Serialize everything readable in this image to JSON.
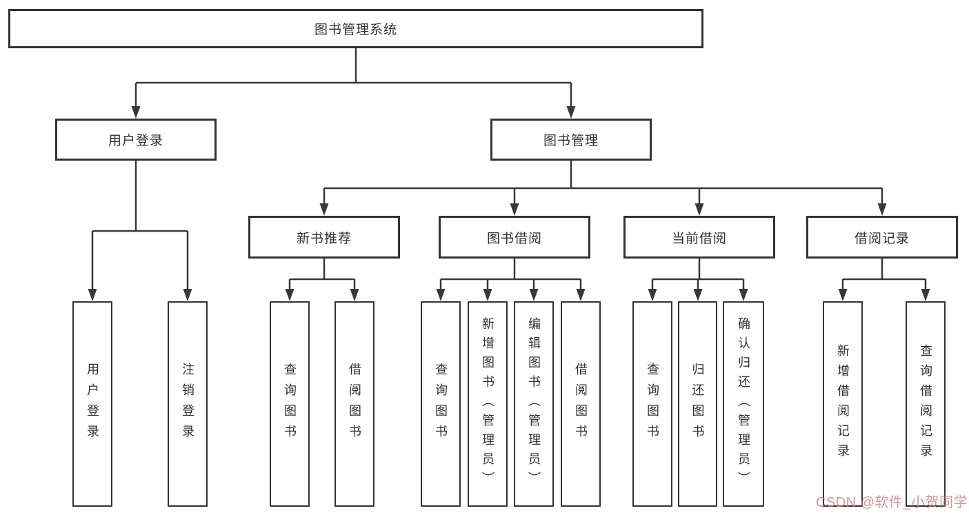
{
  "diagram": {
    "title_node": {
      "label": "图书管理系统"
    },
    "level2": {
      "user_login": {
        "label": "用户登录"
      },
      "book_mgmt": {
        "label": "图书管理"
      }
    },
    "level3": {
      "new_book_recommend": {
        "label": "新书推荐"
      },
      "book_borrow": {
        "label": "图书借阅"
      },
      "current_borrow": {
        "label": "当前借阅"
      },
      "borrow_record": {
        "label": "借阅记录"
      }
    },
    "leaves": {
      "user_login": {
        "label": "用户登录"
      },
      "logout": {
        "label": "注销登录"
      },
      "query_book_1": {
        "label": "查询图书"
      },
      "borrow_book_1": {
        "label": "借阅图书"
      },
      "query_book_2": {
        "label": "查询图书"
      },
      "add_book_admin": {
        "label": "新增图书（管理员）"
      },
      "edit_book_admin": {
        "label": "编辑图书（管理员）"
      },
      "borrow_book_2": {
        "label": "借阅图书"
      },
      "query_book_3": {
        "label": "查询图书"
      },
      "return_book": {
        "label": "归还图书"
      },
      "confirm_return_admin": {
        "label": "确认归还（管理员）"
      },
      "add_borrow_record": {
        "label": "新增借阅记录"
      },
      "query_borrow_record": {
        "label": "查询借阅记录"
      }
    }
  },
  "colors": {
    "line": "#383838",
    "box_border": "#333333",
    "text": "#303030",
    "watermark": "#cd7d7d",
    "background": "#ffffff"
  },
  "watermark": {
    "text": "CSDN @软件_小贺同学"
  }
}
